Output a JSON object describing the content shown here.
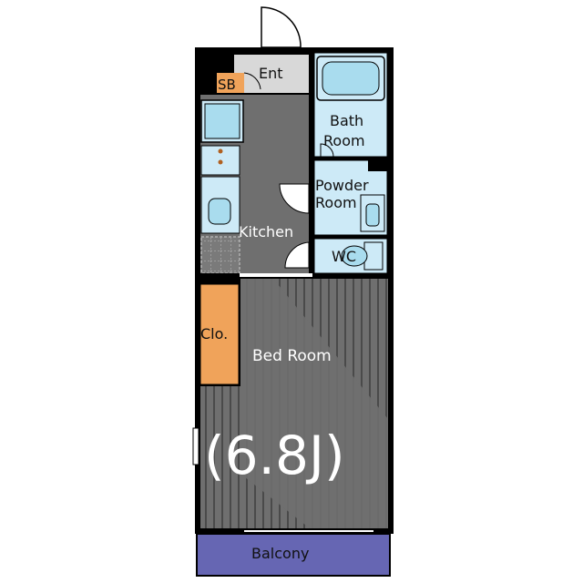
{
  "rooms": {
    "entrance": "Ent",
    "shoe_box": "SB",
    "bath": [
      "Bath",
      "Room"
    ],
    "powder": [
      "Powder",
      "Room"
    ],
    "wc": "WC",
    "kitchen": "Kitchen",
    "closet": "Clo.",
    "bedroom": "Bed Room",
    "bedroom_size": "(6.8J)",
    "balcony": "Balcony"
  },
  "colors": {
    "wall": "#000000",
    "floor_dark": "#6f6f6f",
    "floor_entry": "#d8d8d8",
    "wet_area": "#cdeaf7",
    "fixture": "#a9dcee",
    "closet": "#f0a35a",
    "balcony": "#6666b3",
    "shoe_box": "#f0a35a"
  }
}
